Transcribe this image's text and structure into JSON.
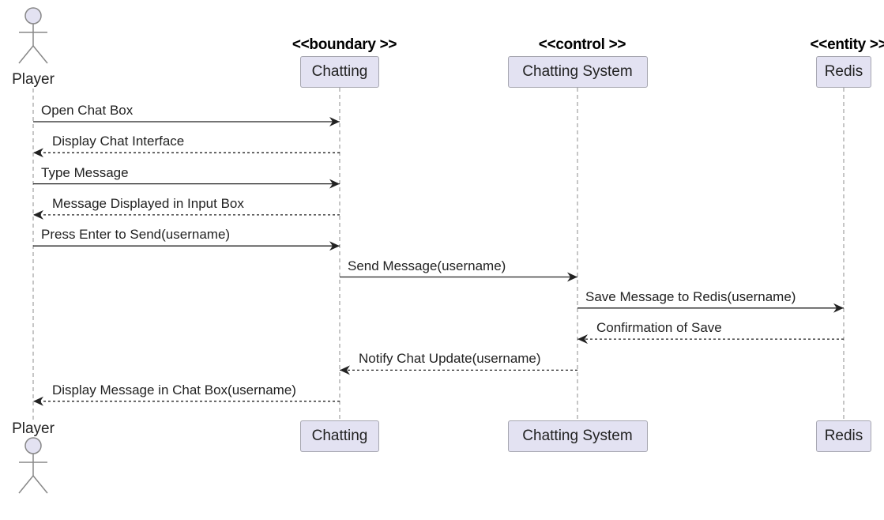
{
  "participants": [
    {
      "id": "player",
      "label": "Player",
      "kind": "actor",
      "stereotype": ""
    },
    {
      "id": "chatting",
      "label": "Chatting",
      "kind": "boundary",
      "stereotype": "<<boundary >>"
    },
    {
      "id": "system",
      "label": "Chatting System",
      "kind": "control",
      "stereotype": "<<control >>"
    },
    {
      "id": "redis",
      "label": "Redis",
      "kind": "entity",
      "stereotype": "<<entity >>"
    }
  ],
  "messages": [
    {
      "from": "player",
      "to": "chatting",
      "label": "Open Chat Box",
      "style": "solid"
    },
    {
      "from": "chatting",
      "to": "player",
      "label": "Display Chat Interface",
      "style": "dashed"
    },
    {
      "from": "player",
      "to": "chatting",
      "label": "Type Message",
      "style": "solid"
    },
    {
      "from": "chatting",
      "to": "player",
      "label": "Message Displayed in Input Box",
      "style": "dashed"
    },
    {
      "from": "player",
      "to": "chatting",
      "label": "Press Enter to Send(username)",
      "style": "solid"
    },
    {
      "from": "chatting",
      "to": "system",
      "label": "Send Message(username)",
      "style": "solid"
    },
    {
      "from": "system",
      "to": "redis",
      "label": "Save Message to Redis(username)",
      "style": "solid"
    },
    {
      "from": "redis",
      "to": "system",
      "label": "Confirmation of Save",
      "style": "dashed"
    },
    {
      "from": "system",
      "to": "chatting",
      "label": "Notify Chat Update(username)",
      "style": "dashed"
    },
    {
      "from": "chatting",
      "to": "player",
      "label": "Display Message in Chat Box(username)",
      "style": "dashed"
    }
  ],
  "colors": {
    "participant_fill": "#e3e2f2",
    "participant_border": "#a6a6b0",
    "lifeline": "#a0a0a0",
    "arrow": "#222222"
  }
}
